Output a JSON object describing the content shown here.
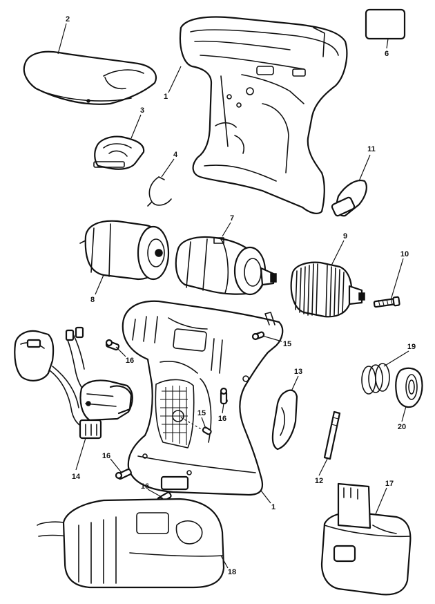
{
  "labels": {
    "p1a": "1",
    "p1b": "1",
    "p2": "2",
    "p3": "3",
    "p4": "4",
    "p6": "6",
    "p7": "7",
    "p8": "8",
    "p9": "9",
    "p10": "10",
    "p11": "11",
    "p12": "12",
    "p13": "13",
    "p14": "14",
    "p15a": "15",
    "p15b": "15",
    "p16a": "16",
    "p16b": "16",
    "p16c": "16",
    "p16d": "16",
    "p17": "17",
    "p18": "18",
    "p19": "19",
    "p20": "20"
  },
  "colors": {
    "ink": "#111111",
    "paper": "#ffffff"
  }
}
